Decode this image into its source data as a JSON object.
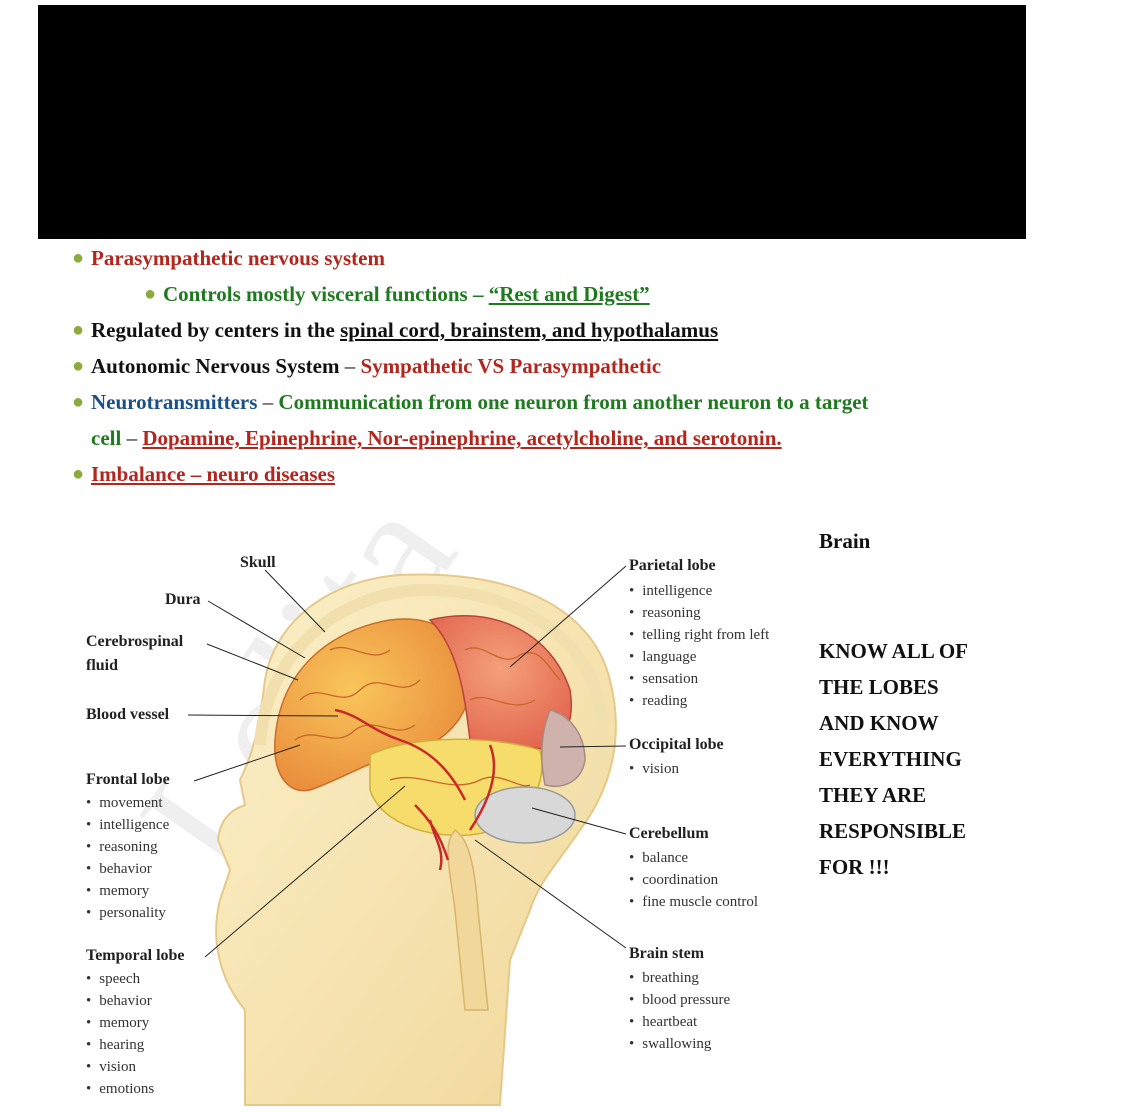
{
  "bullets": {
    "item1": "Parasympathetic nervous system",
    "item2_green": "Controls mostly visceral functions",
    "item2_dash": " – ",
    "item2_quote": "“Rest and Digest”",
    "item3_a": "Regulated by centers in the ",
    "item3_b": "spinal cord, brainstem, and hypothalamus",
    "item4_a": "Autonomic Nervous System",
    "item4_dash": " – ",
    "item4_b": "Sympathetic VS Parasympathetic",
    "item5_a": "Neurotransmitters",
    "item5_dash": " – ",
    "item5_b": "Communication from one neuron from another neuron to a target",
    "item5_c": "cell",
    "item5_dash2": " – ",
    "item5_d": "Dopamine, Epinephrine, Nor-epinephrine, acetylcholine, and serotonin.",
    "item6": "Imbalance – neuro diseases"
  },
  "side": {
    "title": "Brain",
    "note_lines": [
      "KNOW ALL OF",
      "THE LOBES",
      "AND KNOW",
      "EVERYTHING",
      "THEY ARE",
      "RESPONSIBLE",
      "FOR !!!"
    ]
  },
  "figure": {
    "labels": {
      "skull": "Skull",
      "dura": "Dura",
      "csf_1": "Cerebrospinal",
      "csf_2": "fluid",
      "blood_vessel": "Blood vessel",
      "frontal": "Frontal lobe",
      "temporal": "Temporal lobe",
      "parietal": "Parietal lobe",
      "occipital": "Occipital lobe",
      "cerebellum": "Cerebellum",
      "brain_stem": "Brain stem"
    },
    "frontal_items": [
      "movement",
      "intelligence",
      "reasoning",
      "behavior",
      "memory",
      "personality"
    ],
    "temporal_items": [
      "speech",
      "behavior",
      "memory",
      "hearing",
      "vision",
      "emotions"
    ],
    "parietal_items": [
      "intelligence",
      "reasoning",
      "telling right from left",
      "language",
      "sensation",
      "reading"
    ],
    "occipital_items": [
      "vision"
    ],
    "cerebellum_items": [
      "balance",
      "coordination",
      "fine muscle control"
    ],
    "brain_stem_items": [
      "breathing",
      "blood pressure",
      "heartbeat",
      "swallowing"
    ]
  },
  "colors": {
    "bullet": "#8cab3c",
    "red": "#b3261e",
    "green": "#1f7a1f",
    "blue": "#1b4f8a"
  }
}
